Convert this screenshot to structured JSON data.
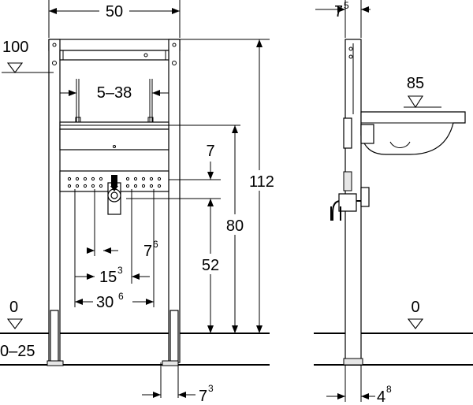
{
  "front": {
    "width": "50",
    "bracket_spacing": "5–38",
    "height": "112",
    "top_height": "80",
    "offset": "7",
    "outlet_height": "52",
    "depth": "7",
    "depth_sup": "6",
    "spacing": "15",
    "spacing_sup": "3",
    "outlet_spacing": "30",
    "outlet_spacing_sup": "6",
    "foot_offset": "7",
    "foot_offset_sup": "3",
    "ref_top": "100",
    "ref_floor": "0",
    "floor_range": "0–25"
  },
  "side": {
    "frame_depth": "7",
    "frame_depth_sup": "5",
    "basin_height": "85",
    "ref_floor": "0",
    "foot_depth": "4",
    "foot_depth_sup": "8"
  }
}
